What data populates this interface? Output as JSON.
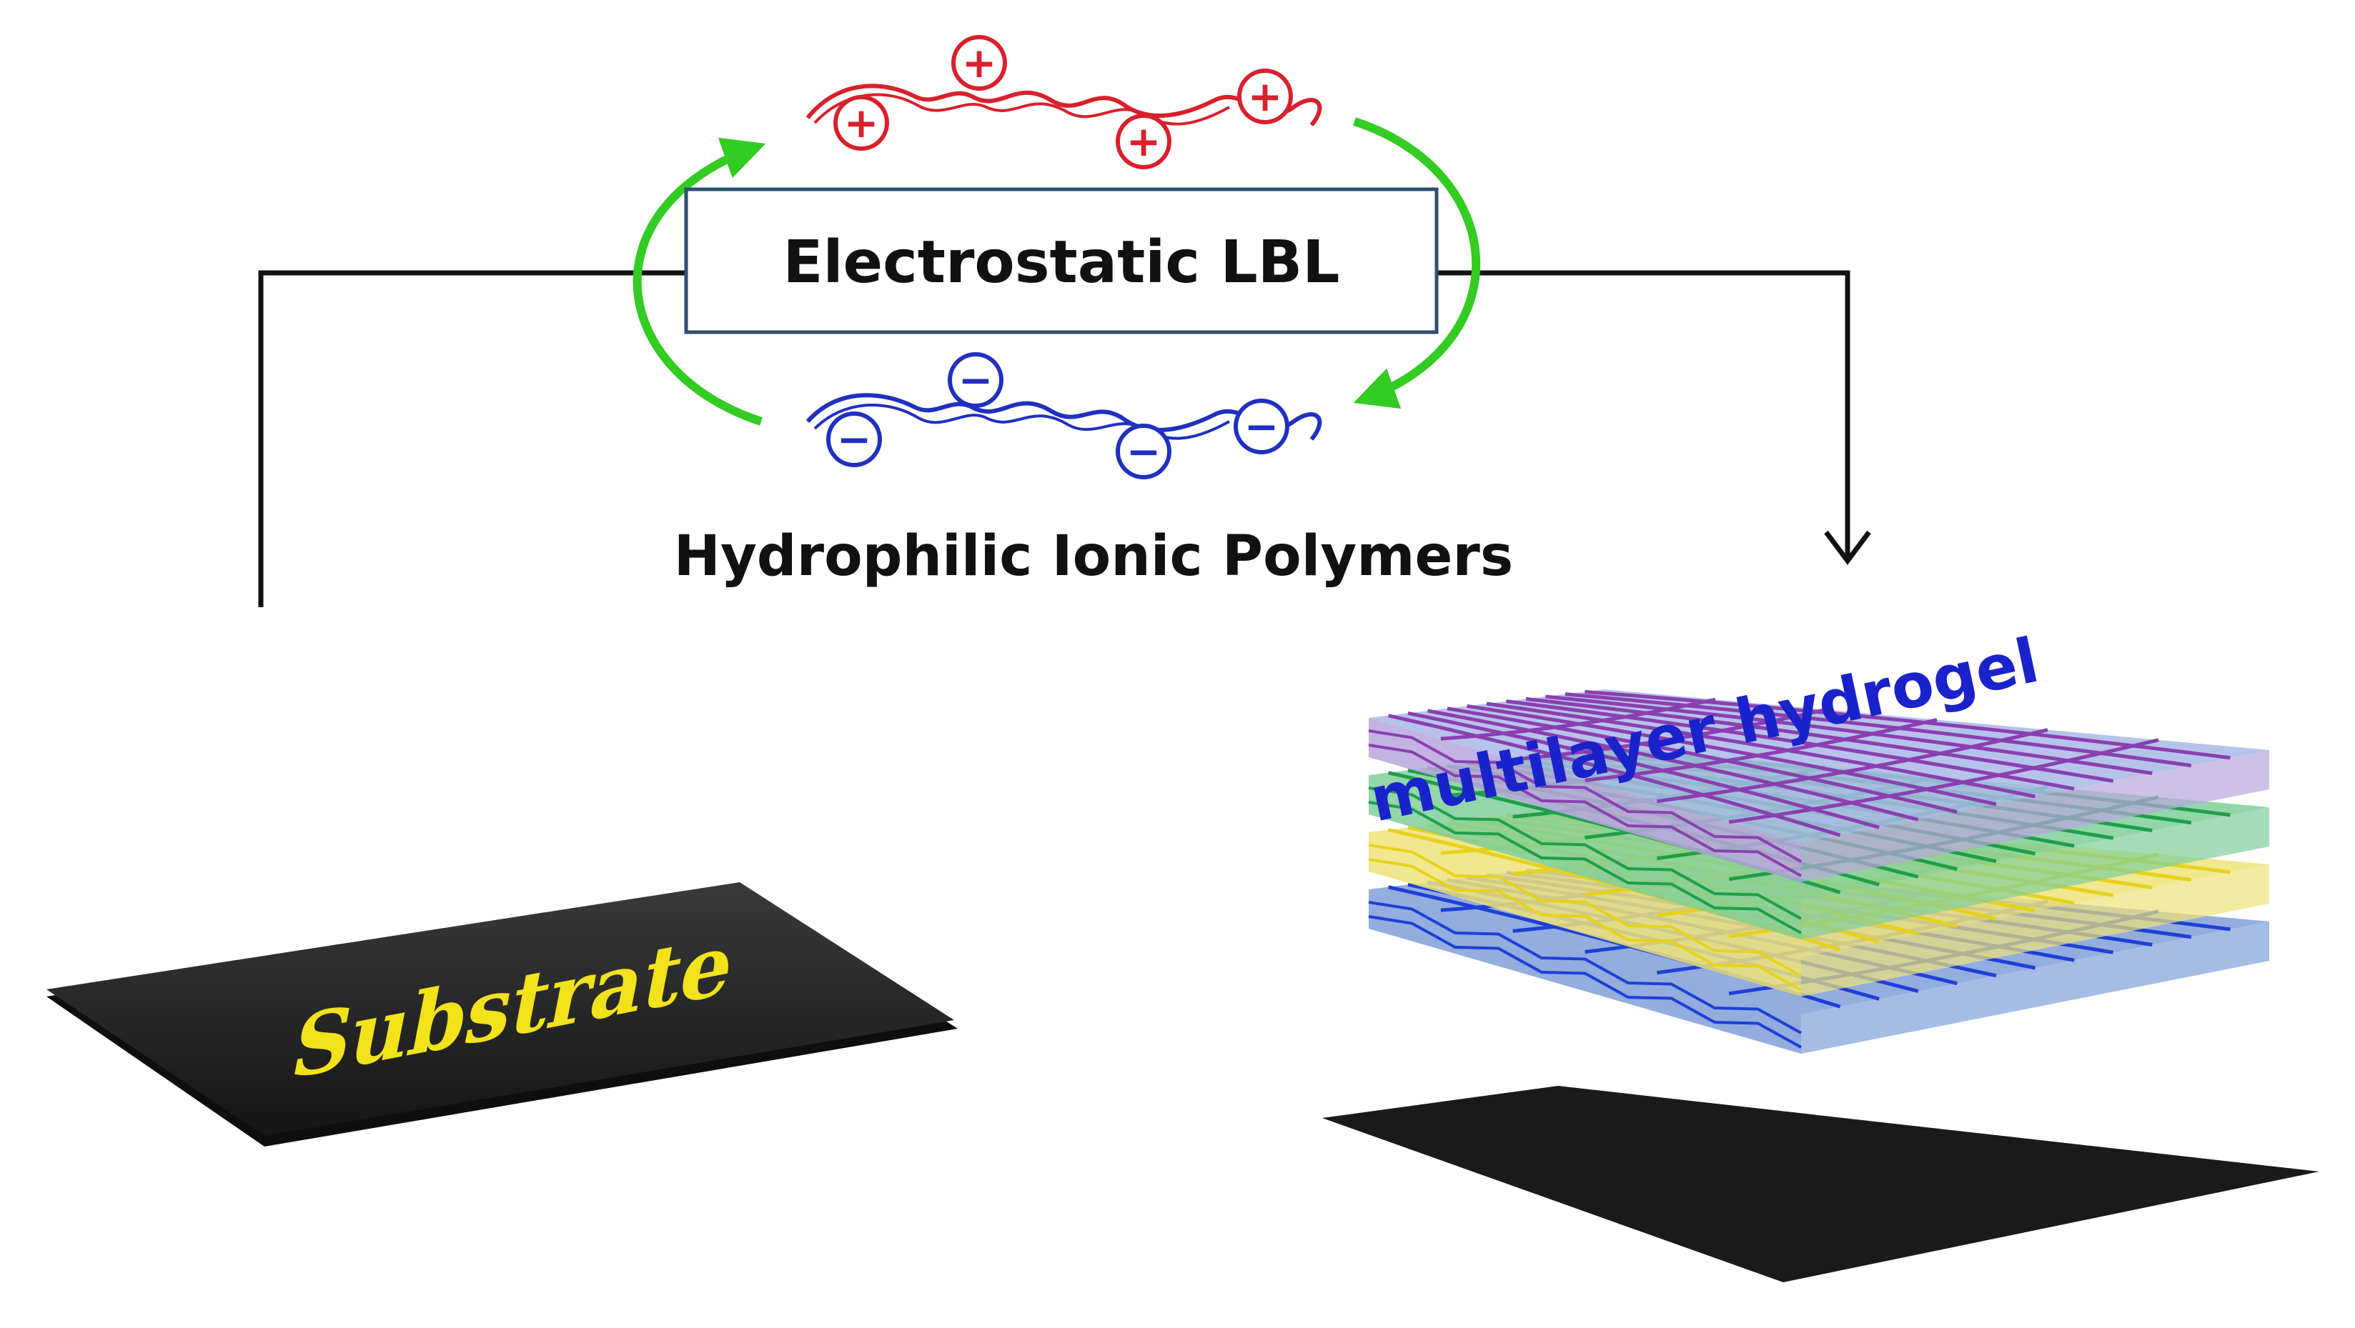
{
  "diagram": {
    "process_box": {
      "label": "Electrostatic LBL"
    },
    "polymer_caption": "Hydrophilic Ionic Polymers",
    "cation_chain": {
      "charges": [
        "+",
        "+",
        "+",
        "+",
        "+"
      ]
    },
    "anion_chain": {
      "charges": [
        "−",
        "−",
        "−",
        "−",
        "−"
      ]
    },
    "substrate": {
      "label": "Substrate"
    },
    "hydrogel": {
      "label": "multilayer hydrogel"
    },
    "layers": [
      "violet",
      "green",
      "yellow",
      "blue"
    ]
  },
  "colors": {
    "cation": "#d9202c",
    "anion": "#2030c0",
    "cycle_arrow": "#33cc22",
    "connector": "#111111",
    "box_border": "#2f4f6f",
    "substrate_plate": "#262626",
    "substrate_text": "#f2e21a",
    "hydrogel_label": "#1a22cc",
    "layer_violet": "#8a3fb0",
    "layer_green": "#1f9e4a",
    "layer_yellow": "#e6d21c",
    "layer_blue": "#1f3fd6"
  }
}
